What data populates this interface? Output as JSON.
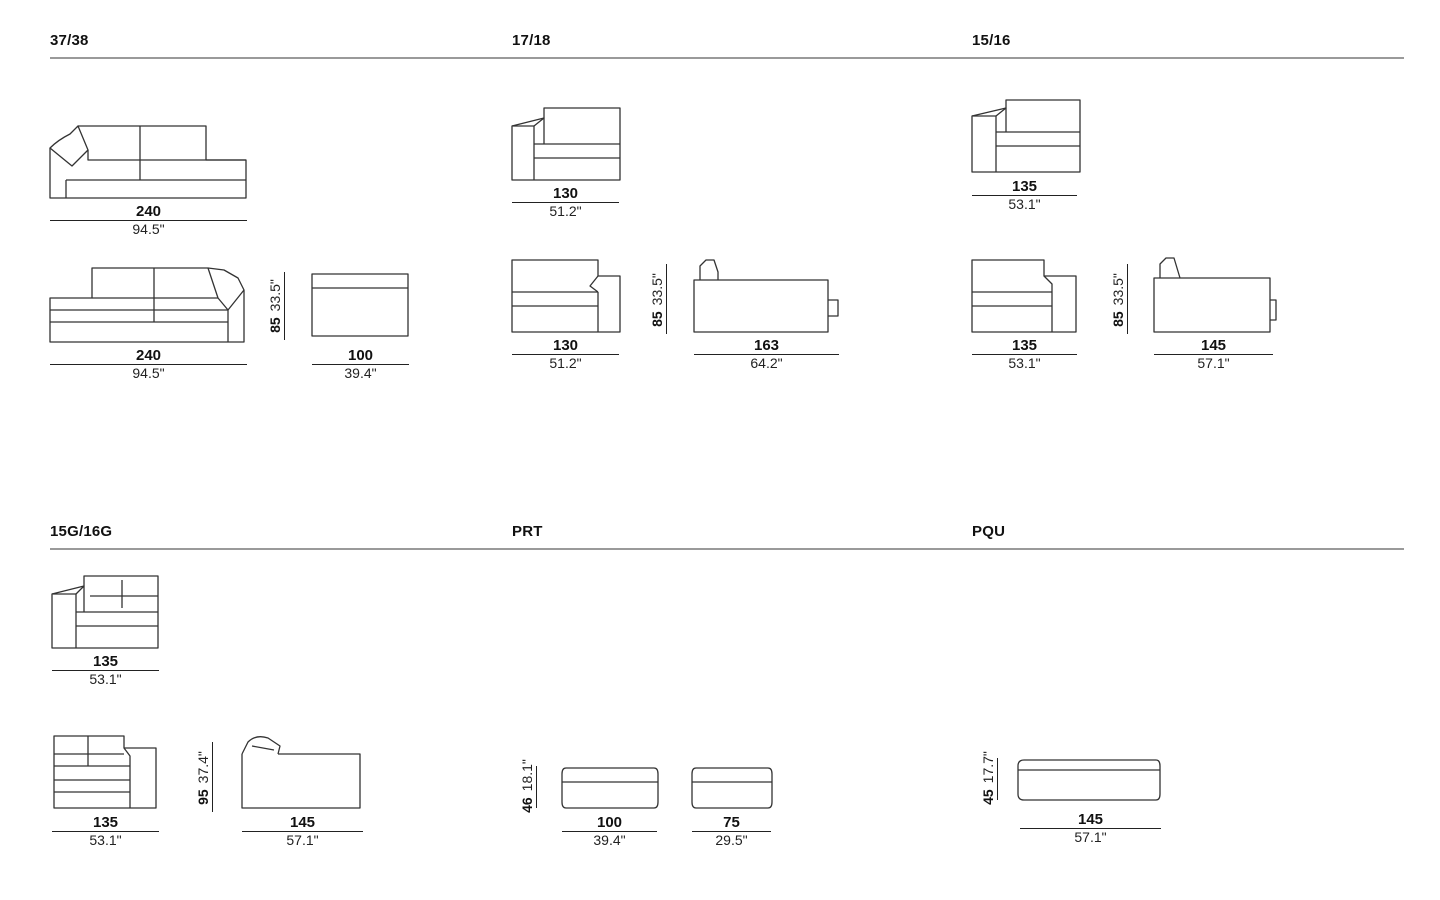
{
  "sections": [
    {
      "label": "37/38"
    },
    {
      "label": "17/18"
    },
    {
      "label": "15/16"
    },
    {
      "label": "15G/16G"
    },
    {
      "label": "PRT"
    },
    {
      "label": "PQU"
    }
  ],
  "dims": {
    "s1_top_w": {
      "cm": "240",
      "in": "94.5\""
    },
    "s1_front_w": {
      "cm": "240",
      "in": "94.5\""
    },
    "s1_side_w": {
      "cm": "100",
      "in": "39.4\""
    },
    "s1_h": {
      "cm": "85",
      "in": "33.5\""
    },
    "s2_top_w": {
      "cm": "130",
      "in": "51.2\""
    },
    "s2_front_w": {
      "cm": "130",
      "in": "51.2\""
    },
    "s2_side_w": {
      "cm": "163",
      "in": "64.2\""
    },
    "s2_h": {
      "cm": "85",
      "in": "33.5\""
    },
    "s3_top_w": {
      "cm": "135",
      "in": "53.1\""
    },
    "s3_front_w": {
      "cm": "135",
      "in": "53.1\""
    },
    "s3_side_w": {
      "cm": "145",
      "in": "57.1\""
    },
    "s3_h": {
      "cm": "85",
      "in": "33.5\""
    },
    "s4_top_w": {
      "cm": "135",
      "in": "53.1\""
    },
    "s4_front_w": {
      "cm": "135",
      "in": "53.1\""
    },
    "s4_side_w": {
      "cm": "145",
      "in": "57.1\""
    },
    "s4_h": {
      "cm": "95",
      "in": "37.4\""
    },
    "s5_a_w": {
      "cm": "100",
      "in": "39.4\""
    },
    "s5_b_w": {
      "cm": "75",
      "in": "29.5\""
    },
    "s5_h": {
      "cm": "46",
      "in": "18.1\""
    },
    "s6_w": {
      "cm": "145",
      "in": "57.1\""
    },
    "s6_h": {
      "cm": "45",
      "in": "17.7\""
    }
  }
}
